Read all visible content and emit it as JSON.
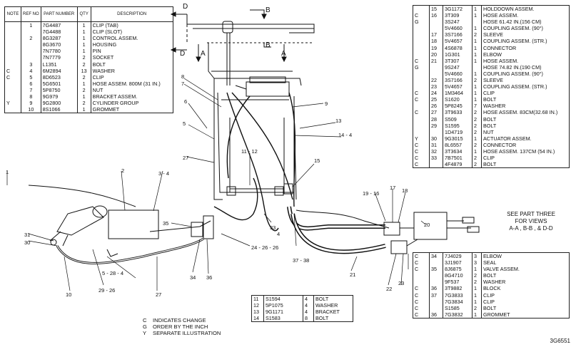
{
  "left_table": {
    "headers": {
      "note": "NOTE",
      "ref": "REF NO",
      "part": "PART NUMBER",
      "qty": "QTY",
      "desc": "DESCRIPTION"
    },
    "rows": [
      {
        "note": "",
        "ref": "1",
        "part": "7G4487",
        "qty": "1",
        "desc": "CLIP (TAB)"
      },
      {
        "note": "",
        "ref": "",
        "part": "7G4488",
        "qty": "1",
        "desc": "CLIP (SLOT)"
      },
      {
        "note": "",
        "ref": "2",
        "part": "8G3287",
        "qty": "1",
        "desc": "CONTROL ASSEM."
      },
      {
        "note": "",
        "ref": "",
        "part": "8G3670",
        "qty": "1",
        "desc": "HOUSING"
      },
      {
        "note": "",
        "ref": "",
        "part": "7N7780",
        "qty": "1",
        "desc": "PIN"
      },
      {
        "note": "",
        "ref": "",
        "part": "7N7779",
        "qty": "2",
        "desc": "SOCKET"
      },
      {
        "note": "",
        "ref": "3",
        "part": "L1351",
        "qty": "2",
        "desc": "BOLT"
      },
      {
        "note": "C",
        "ref": "4",
        "part": "6M2894",
        "qty": "13",
        "desc": "WASHER"
      },
      {
        "note": "C",
        "ref": "5",
        "part": "8D6523",
        "qty": "2",
        "desc": "CLIP"
      },
      {
        "note": "",
        "ref": "6",
        "part": "5G6501",
        "qty": "1",
        "desc": "HOSE ASSEM. 800M (31 IN.)"
      },
      {
        "note": "",
        "ref": "7",
        "part": "5P8750",
        "qty": "2",
        "desc": "NUT"
      },
      {
        "note": "",
        "ref": "8",
        "part": "9G979",
        "qty": "1",
        "desc": "BRACKET ASSEM."
      },
      {
        "note": "Y",
        "ref": "9",
        "part": "9G2800",
        "qty": "2",
        "desc": "CYLINDER GROUP"
      },
      {
        "note": "",
        "ref": "10",
        "part": "8S1066",
        "qty": "1",
        "desc": "GROMMET"
      }
    ]
  },
  "right_table_top": {
    "rows": [
      {
        "note": "",
        "ref": "15",
        "part": "3G1172",
        "qty": "1",
        "desc": "HOLDDOWN ASSEM."
      },
      {
        "note": "C",
        "ref": "16",
        "part": "3T309",
        "qty": "1",
        "desc": "HOSE ASSEM."
      },
      {
        "note": "G",
        "ref": "",
        "part": "3S247",
        "qty": "",
        "desc": "HOSE 61.42 IN.(156 CM)"
      },
      {
        "note": "",
        "ref": "",
        "part": "5V4660",
        "qty": "1",
        "desc": "COUPLING ASSEM. (90°)"
      },
      {
        "note": "",
        "ref": "17",
        "part": "3S7166",
        "qty": "2",
        "desc": "SLEEVE"
      },
      {
        "note": "",
        "ref": "18",
        "part": "5V4657",
        "qty": "1",
        "desc": "COUPLING ASSEM. (STR.)"
      },
      {
        "note": "",
        "ref": "19",
        "part": "4S6878",
        "qty": "1",
        "desc": "CONNECTOR"
      },
      {
        "note": "",
        "ref": "20",
        "part": "1G301",
        "qty": "1",
        "desc": "ELBOW"
      },
      {
        "note": "C",
        "ref": "21",
        "part": "3T307",
        "qty": "1",
        "desc": "HOSE ASSEM."
      },
      {
        "note": "G",
        "ref": "",
        "part": "9S247",
        "qty": "",
        "desc": "HOSE 74.82 IN.(190 CM)"
      },
      {
        "note": "",
        "ref": "",
        "part": "5V4660",
        "qty": "1",
        "desc": "COUPLING ASSEM. (90°)"
      },
      {
        "note": "",
        "ref": "22",
        "part": "3S7166",
        "qty": "2",
        "desc": "SLEEVE"
      },
      {
        "note": "",
        "ref": "23",
        "part": "5V4657",
        "qty": "1",
        "desc": "COUPLING ASSEM. (STR.)"
      },
      {
        "note": "C",
        "ref": "24",
        "part": "1M3464",
        "qty": "1",
        "desc": "CLIP"
      },
      {
        "note": "C",
        "ref": "25",
        "part": "S1620",
        "qty": "1",
        "desc": "BOLT"
      },
      {
        "note": "",
        "ref": "26",
        "part": "5P8245",
        "qty": "7",
        "desc": "WASHER"
      },
      {
        "note": "C",
        "ref": "27",
        "part": "3T9633",
        "qty": "2",
        "desc": "HOSE ASSEM. 83CM(32.68 IN.)"
      },
      {
        "note": "",
        "ref": "28",
        "part": "S509",
        "qty": "2",
        "desc": "BOLT"
      },
      {
        "note": "",
        "ref": "29",
        "part": "S1595",
        "qty": "2",
        "desc": "BOLT"
      },
      {
        "note": "",
        "ref": "",
        "part": "1D4719",
        "qty": "2",
        "desc": "NUT"
      },
      {
        "note": "Y",
        "ref": "30",
        "part": "9G3015",
        "qty": "1",
        "desc": "ACTUATOR ASSEM."
      },
      {
        "note": "C",
        "ref": "31",
        "part": "8L6557",
        "qty": "2",
        "desc": "CONNECTOR"
      },
      {
        "note": "C",
        "ref": "32",
        "part": "3T3634",
        "qty": "1",
        "desc": "HOSE ASSEM. 137CM (54 IN.)"
      },
      {
        "note": "C",
        "ref": "33",
        "part": "7B7501",
        "qty": "2",
        "desc": "CLIP"
      },
      {
        "note": "C",
        "ref": "",
        "part": "4F4879",
        "qty": "2",
        "desc": "BOLT"
      }
    ]
  },
  "right_table_bottom": {
    "rows": [
      {
        "note": "C",
        "ref": "34",
        "part": "7J4029",
        "qty": "3",
        "desc": "ELBOW"
      },
      {
        "note": "C",
        "ref": "",
        "part": "3J1907",
        "qty": "3",
        "desc": "SEAL"
      },
      {
        "note": "C",
        "ref": "35",
        "part": "8J6875",
        "qty": "1",
        "desc": "VALVE ASSEM."
      },
      {
        "note": "",
        "ref": "",
        "part": "8G4710",
        "qty": "2",
        "desc": "BOLT"
      },
      {
        "note": "",
        "ref": "",
        "part": "9F537",
        "qty": "2",
        "desc": "WASHER"
      },
      {
        "note": "C",
        "ref": "36",
        "part": "3T9882",
        "qty": "1",
        "desc": "BLOCK"
      },
      {
        "note": "C",
        "ref": "37",
        "part": "7G3833",
        "qty": "1",
        "desc": "CLIP"
      },
      {
        "note": "C",
        "ref": "",
        "part": "7G3834",
        "qty": "1",
        "desc": "CLIP"
      },
      {
        "note": "C",
        "ref": "",
        "part": "S1585",
        "qty": "2",
        "desc": "BOLT"
      },
      {
        "note": "C",
        "ref": "36",
        "part": "7G3832",
        "qty": "1",
        "desc": "GROMMET"
      }
    ]
  },
  "mid_table": {
    "rows": [
      {
        "ref": "11",
        "part": "S1594",
        "qty": "4",
        "desc": "BOLT"
      },
      {
        "ref": "12",
        "part": "5P1075",
        "qty": "4",
        "desc": "WASHER"
      },
      {
        "ref": "13",
        "part": "9G1171",
        "qty": "4",
        "desc": "BRACKET"
      },
      {
        "ref": "14",
        "part": "S1583",
        "qty": "8",
        "desc": "BOLT"
      }
    ]
  },
  "notes": [
    {
      "code": "C",
      "text": "INDICATES CHANGE"
    },
    {
      "code": "G",
      "text": "ORDER BY THE INCH"
    },
    {
      "code": "Y",
      "text": "SEPARATE ILLUSTRATION"
    }
  ],
  "reference_note": {
    "line1": "SEE PART THREE",
    "line2": "FOR VIEWS",
    "line3": "A-A , B-B , & D-D"
  },
  "figure_number": "3G6551",
  "callouts": {
    "c1": "1",
    "c2": "2",
    "c3": "3 - 4",
    "c5": "5",
    "c6": "6",
    "c7": "7",
    "c8": "8",
    "c9": "9",
    "c10": "10",
    "c11": "11 - 12",
    "c13": "13",
    "c14": "14 - 4",
    "c15": "15",
    "c16": "19 - 16",
    "c17": "17",
    "c18": "18",
    "c20": "20",
    "c21": "21",
    "c22": "22",
    "c23": "23",
    "c24": "24 - 26 - 26",
    "c27": "27",
    "c27b": "27",
    "c29": "29 - 26",
    "c28": "5 - 28 - 4",
    "c30": "30",
    "c31": "31",
    "c33": "33",
    "c4": "4",
    "c34": "34",
    "c35": "35",
    "c36": "36",
    "c37": "37 - 38",
    "cD": "D",
    "cD2": "D",
    "cB": "B",
    "cB2": "B",
    "cA": "A",
    "cA2": "A"
  }
}
